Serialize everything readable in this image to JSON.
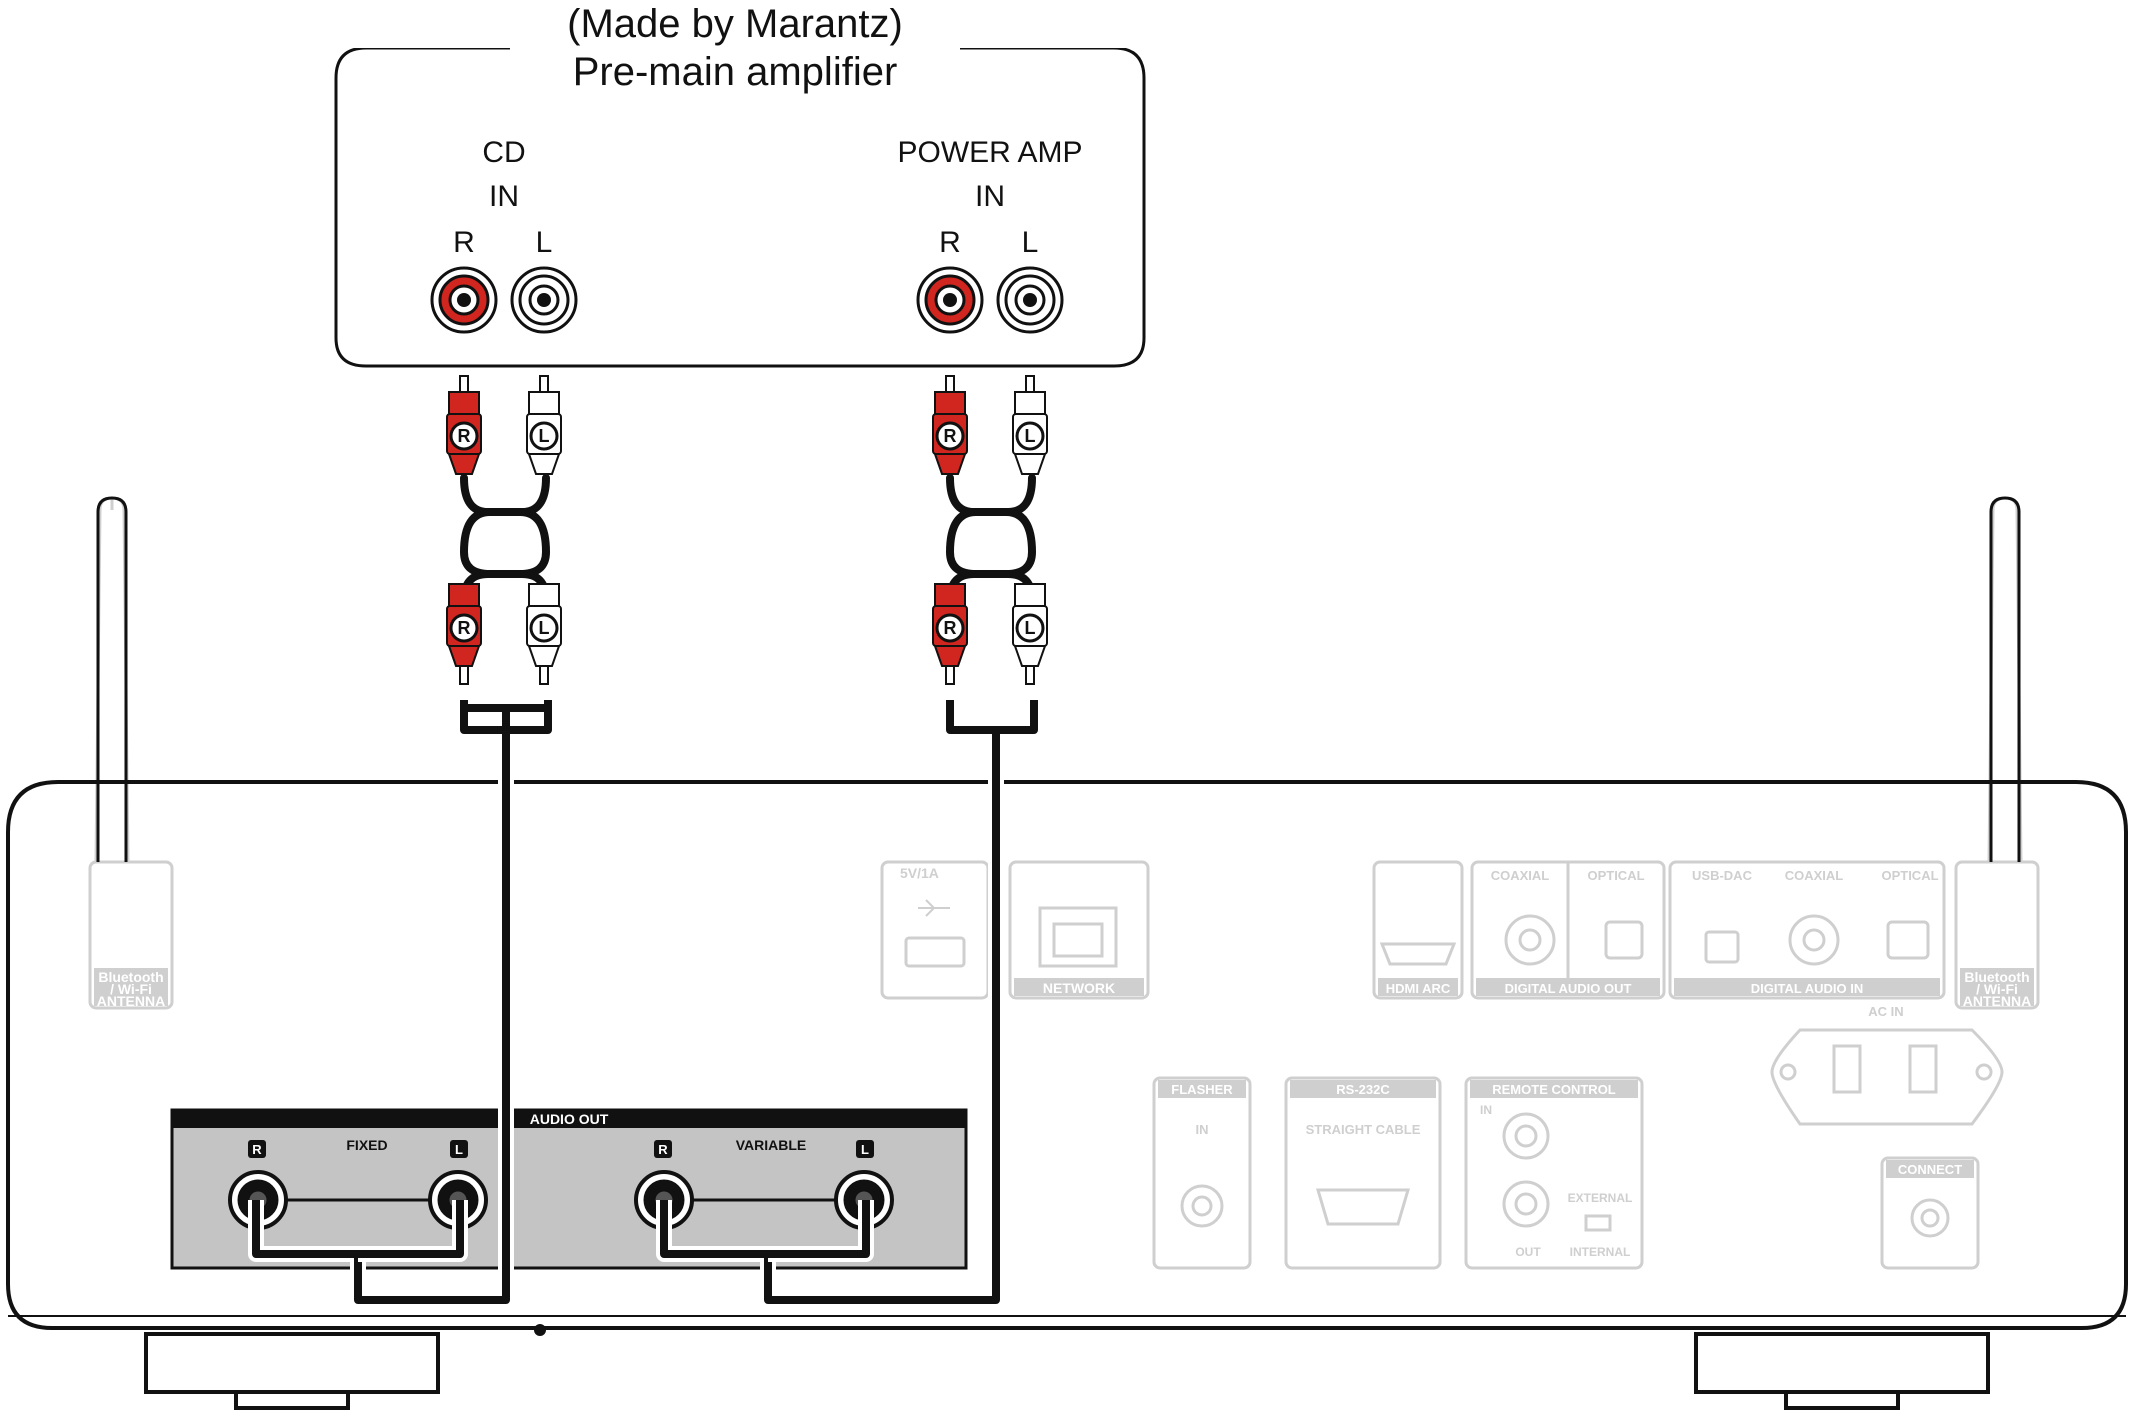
{
  "amplifier": {
    "maker_note": "(Made by Marantz)",
    "name": "Pre-main amplifier",
    "inputs": [
      {
        "group": "CD",
        "sub": "IN",
        "r": "R",
        "l": "L"
      },
      {
        "group": "POWER AMP",
        "sub": "IN",
        "r": "R",
        "l": "L"
      }
    ]
  },
  "plugs": {
    "r": "R",
    "l": "L"
  },
  "rear_panel": {
    "audio_out": "AUDIO OUT",
    "fixed": "FIXED",
    "variable": "VARIABLE",
    "r": "R",
    "l": "L",
    "antenna": [
      "Bluetooth",
      "/ Wi-Fi",
      "ANTENNA"
    ],
    "usb": "5V/1A",
    "network": "NETWORK",
    "hdmi": "HDMI ARC",
    "digital_out": {
      "title": "DIGITAL AUDIO OUT",
      "coaxial": "COAXIAL",
      "optical": "OPTICAL"
    },
    "digital_in": {
      "title": "DIGITAL AUDIO IN",
      "usb_dac": "USB-DAC",
      "coaxial": "COAXIAL",
      "optical": "OPTICAL"
    },
    "ac_in": "AC IN",
    "flasher": {
      "title": "FLASHER",
      "in": "IN"
    },
    "rs232c": {
      "title": "RS-232C",
      "cable": "STRAIGHT CABLE"
    },
    "remote": {
      "title": "REMOTE CONTROL",
      "in": "IN",
      "out": "OUT",
      "external": "EXTERNAL",
      "internal": "INTERNAL"
    },
    "connect": "CONNECT"
  },
  "colors": {
    "red": "#d0261f",
    "line": "#111111",
    "faded": "#cfcfcf",
    "panel": "#c4c4c4"
  }
}
